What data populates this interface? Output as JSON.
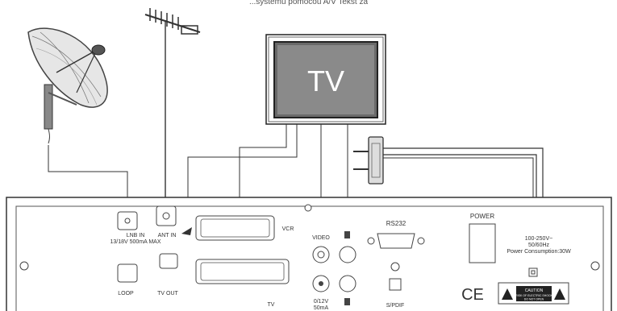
{
  "caption": "...systemu pomocou A/V Tekst za",
  "tv": {
    "label": "TV"
  },
  "panel": {
    "lnb_in": "LNB IN",
    "lnb_spec": "13/18V 500mA MAX",
    "ant_in": "ANT IN",
    "loop": "LOOP",
    "tv_out": "TV OUT",
    "vcr": "VCR",
    "tv_scart": "TV",
    "video": "VIDEO",
    "dc": "0/12V",
    "dc_current": "50mA",
    "rs232": "RS232",
    "spdif": "S/PDIF",
    "power": "POWER",
    "voltage": "100-250V~",
    "frequency": "50/60Hz",
    "consumption": "Power Consumption:30W",
    "ce": "CE",
    "caution": "CAUTION",
    "caution_detail": "RISK OF ELECTRIC SHOCK",
    "caution_detail2": "DO NOT OPEN"
  }
}
